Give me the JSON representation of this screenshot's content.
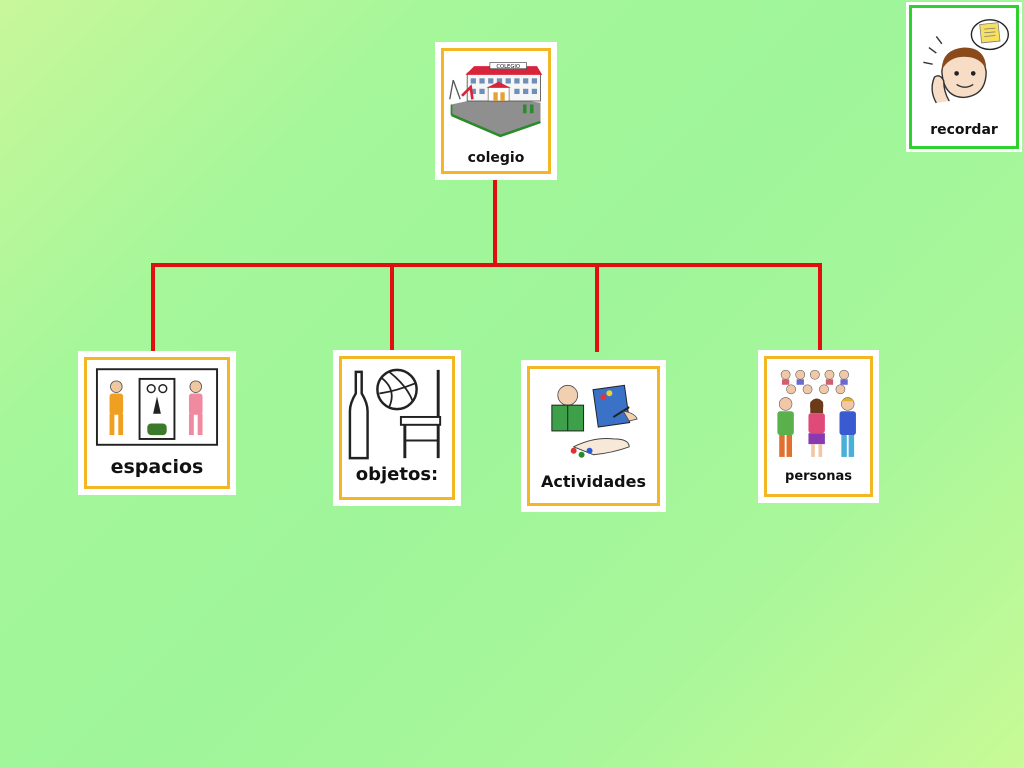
{
  "diagram": {
    "root": {
      "label": "colegio",
      "icon": "school-building-icon"
    },
    "children": [
      {
        "label": "espacios",
        "icon": "rooms-icon"
      },
      {
        "label": "objetos:",
        "icon": "objects-icon"
      },
      {
        "label": "Actividades",
        "icon": "activities-icon"
      },
      {
        "label": "personas",
        "icon": "people-icon"
      }
    ],
    "connector_color": "#e01010"
  },
  "corner_card": {
    "label": "recordar",
    "icon": "remember-icon",
    "border_color": "#2fd12f"
  },
  "school_sign": "COLEGIO",
  "card_border_color": "#f2b722"
}
